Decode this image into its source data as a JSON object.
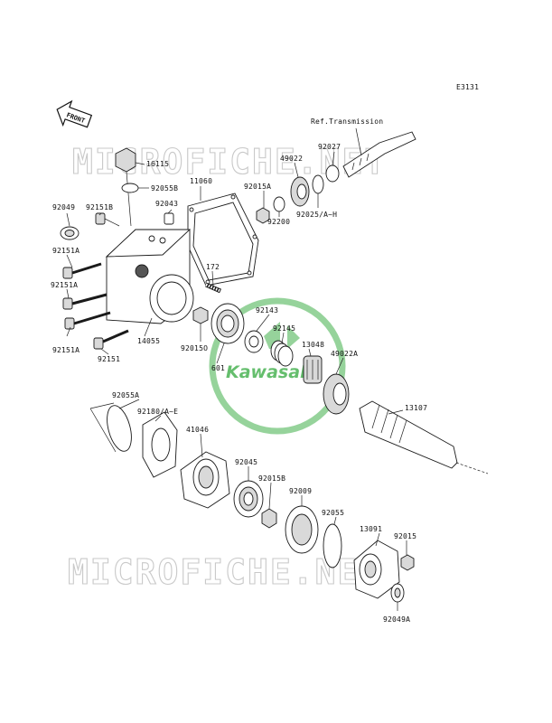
{
  "diagram_code": "E3131",
  "front_marker": "FRONT",
  "ref_label": "Ref.Transmission",
  "watermark_text": "MICROFICHE.NET",
  "logo_text": "Kawasaki",
  "colors": {
    "watermark": "#c9c9c9",
    "logo": "#3fae49",
    "line": "#1a1a1a"
  },
  "parts": {
    "p16115": "16115",
    "p92055B": "92055B",
    "p11060": "11060",
    "p92043": "92043",
    "p92049": "92049",
    "p92151B": "92151B",
    "p92151A_1": "92151A",
    "p92151A_2": "92151A",
    "p92151A_3": "92151A",
    "p92151": "92151",
    "p14055": "14055",
    "p172": "172",
    "p92015A": "92015A",
    "p92200": "92200",
    "p49022": "49022",
    "p92027": "92027",
    "p92025": "92025/A~H",
    "p92143": "92143",
    "p92145": "92145",
    "p13048": "13048",
    "p49022A": "49022A",
    "p92015O": "92015O",
    "p601": "601",
    "p13107": "13107",
    "p92055A": "92055A",
    "p92180": "92180/A~E",
    "p41046": "41046",
    "p92045": "92045",
    "p92015B": "92015B",
    "p92009": "92009",
    "p92055": "92055",
    "p13091": "13091",
    "p92015": "92015",
    "p92049A": "92049A"
  }
}
